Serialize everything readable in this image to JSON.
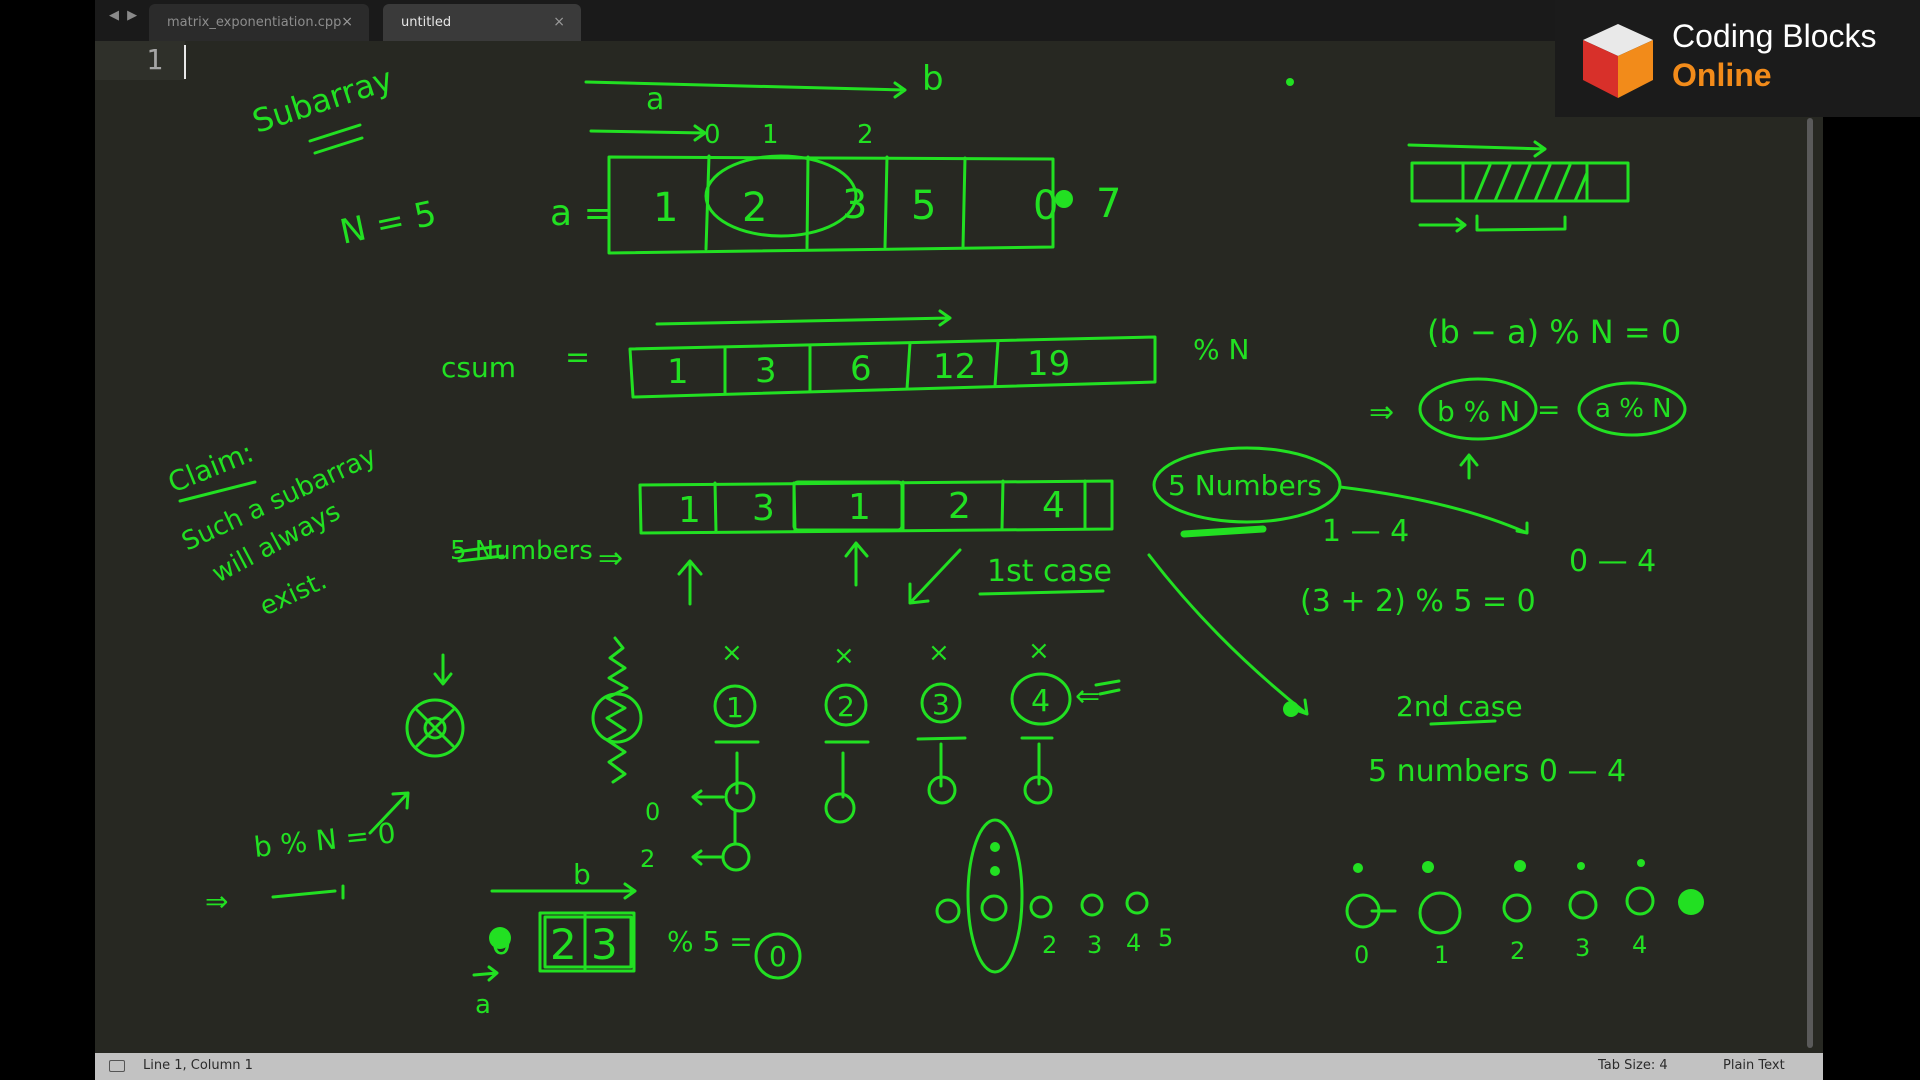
{
  "editor": {
    "tabs": [
      {
        "label": "matrix_exponentiation.cpp",
        "active": false
      },
      {
        "label": "untitled",
        "active": true
      }
    ],
    "close_glyph": "×",
    "nav_glyph": "◀ ▶",
    "line_number": "1"
  },
  "status": {
    "position": "Line 1, Column 1",
    "tab_size": "Tab Size: 4",
    "syntax": "Plain Text"
  },
  "brand": {
    "name": "Coding Blocks",
    "sub": "Online",
    "colors": {
      "accent": "#f28b1a",
      "top": "#e9e9e9",
      "left": "#d8302a"
    }
  },
  "ink_color": "#22e022",
  "board": {
    "subarray": "Subarray",
    "n_eq": "N = 5",
    "a_eq": "a =",
    "label_a": "a",
    "label_b": "b",
    "label_0": "0",
    "label_1": "1",
    "label_2": "2",
    "array_a": [
      "1",
      "2",
      "3",
      "5",
      "0",
      "7"
    ],
    "csum_label": "csum",
    "eq": "=",
    "csum": [
      "1",
      "3",
      "6",
      "12",
      "19"
    ],
    "mod_n": "% N",
    "claim_lines": [
      "Claim:",
      "Such a subarray",
      "will always",
      "exist."
    ],
    "five_numbers_label": "5 Numbers",
    "mods": [
      "1",
      "3",
      "1",
      "2",
      "4"
    ],
    "first_case": "1st case",
    "oval_label": "5 Numbers",
    "range_1_4": "1 — 4",
    "range_0_4": "0 — 4",
    "formula_1": "(b − a) % N = 0",
    "implies": "⇒",
    "bmod": "b % N",
    "amod": "a % N",
    "up_arrow": "↑",
    "example": "(3 + 2) % 5 = 0",
    "second_case": "2nd case",
    "five_numbers_range": "5 numbers 0 — 4",
    "x_mark": "×",
    "circles": [
      "1",
      "2",
      "3",
      "4"
    ],
    "left_arrow": "⇐",
    "b_mod_zero": "b % N = 0",
    "bottom_array": [
      "0",
      "2",
      "3"
    ],
    "mod5": "% 5 =",
    "zero": "0",
    "small_labels_left": [
      "0",
      "2"
    ],
    "pigeon_labels": [
      "2",
      "3",
      "4",
      "5"
    ],
    "buckets": [
      "0",
      "1",
      "2",
      "3",
      "4"
    ]
  }
}
